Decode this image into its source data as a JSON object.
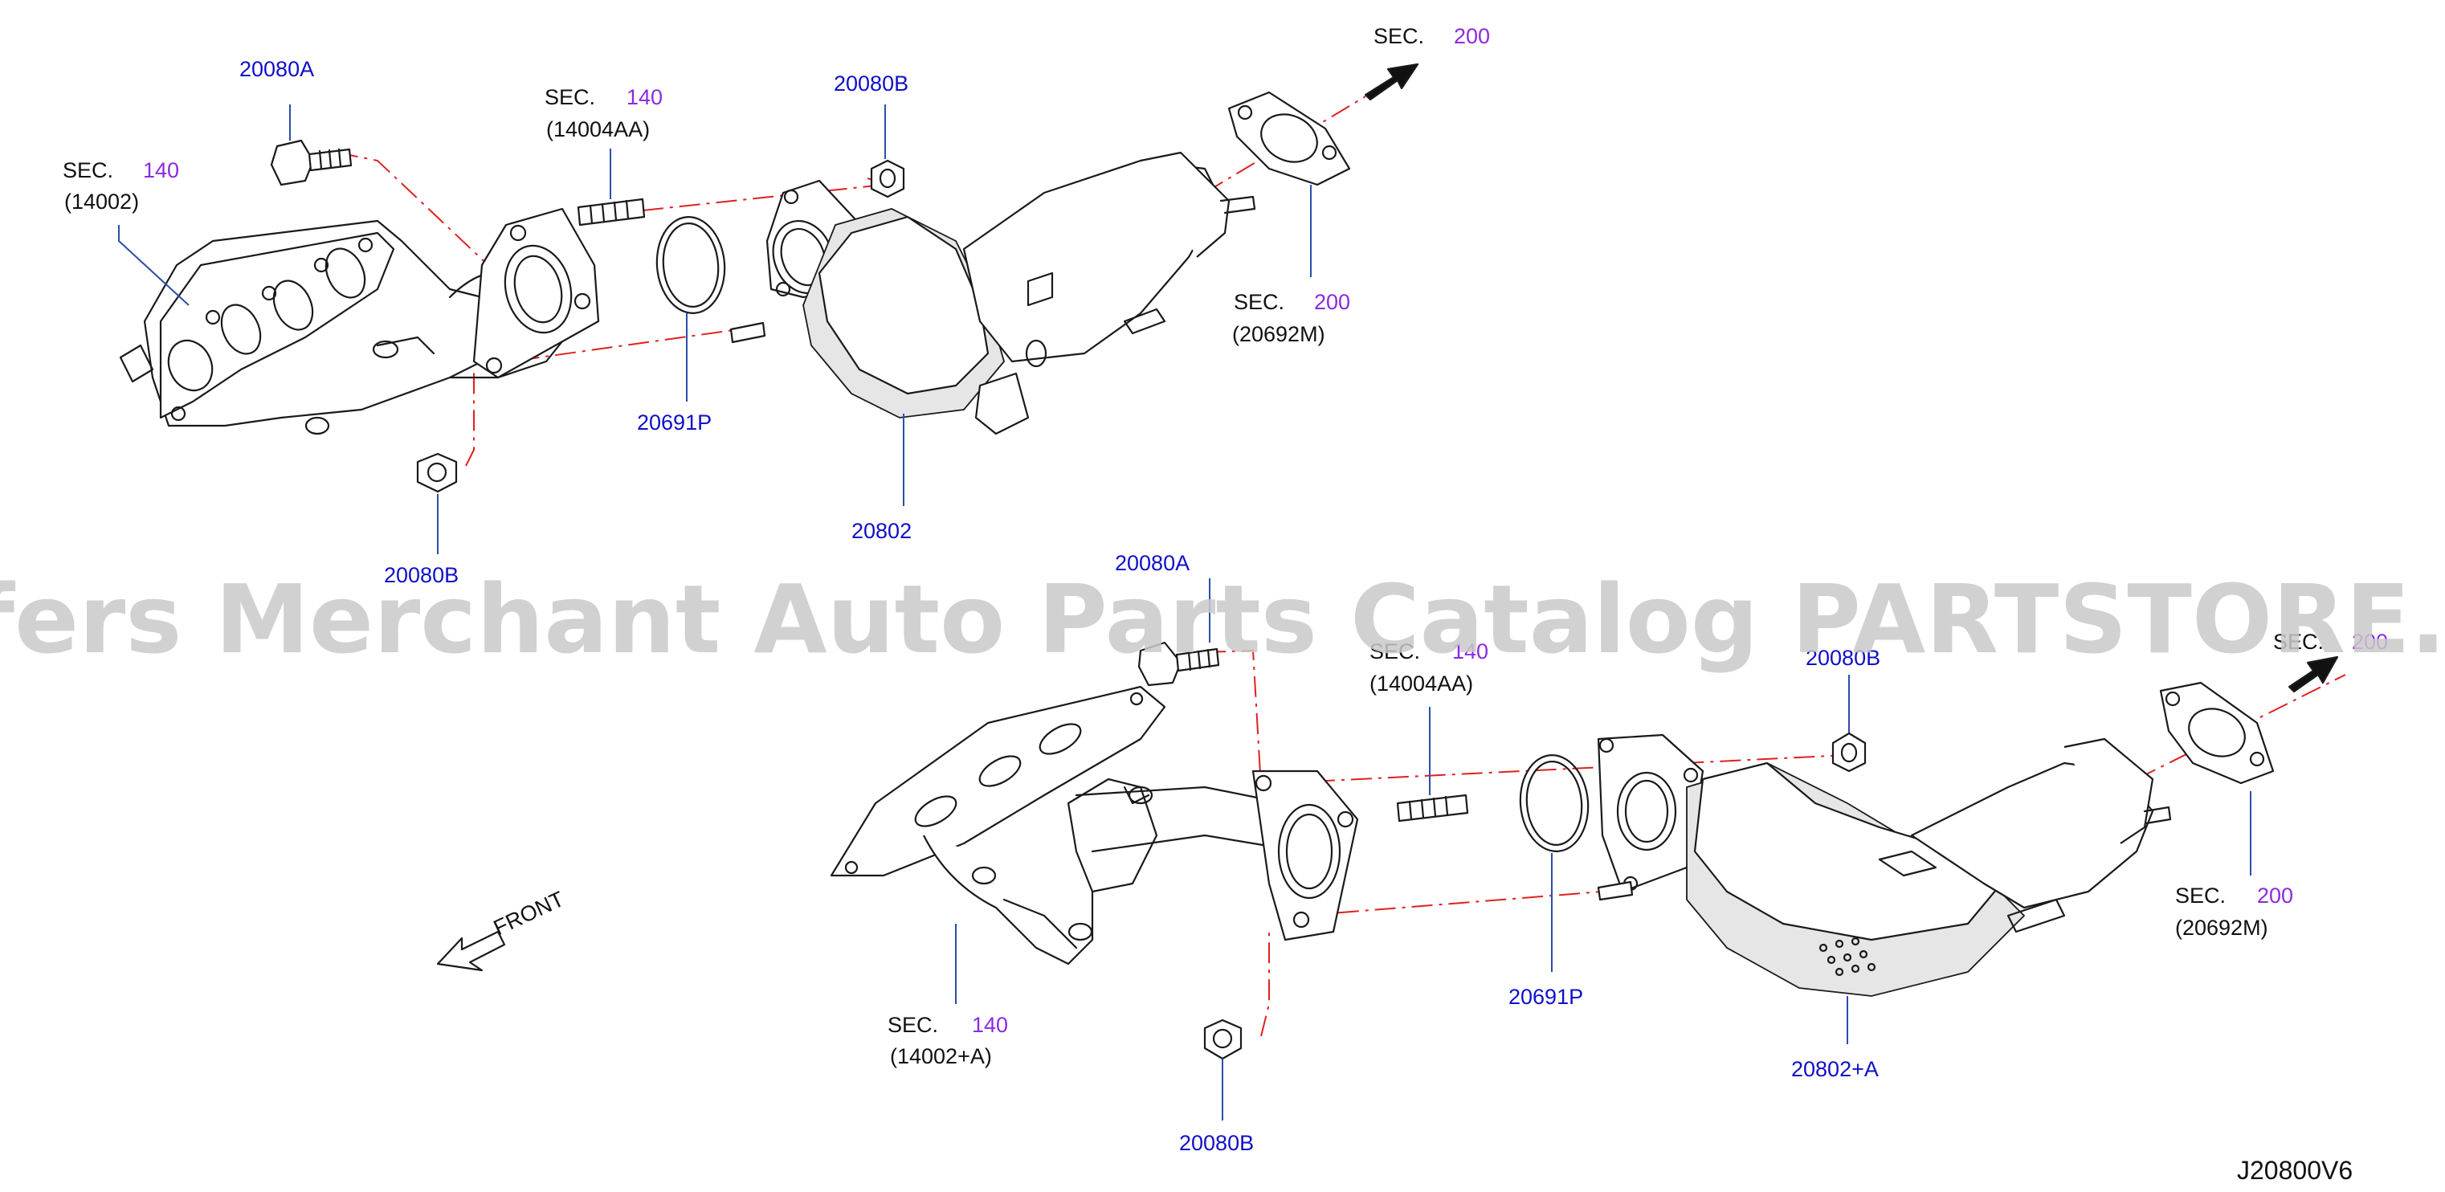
{
  "watermark": "Offers Merchant Auto Parts Catalog PARTSTORE.SA",
  "diagram_id": "J20800V6",
  "front_label": "FRONT",
  "sec_prefix": "SEC.",
  "upper": {
    "sec_200_top": {
      "prefix": "SEC.",
      "num": "200"
    },
    "sec_140_manifold": {
      "prefix": "SEC.",
      "num": "140",
      "ref": "(14002)"
    },
    "sec_140_stud": {
      "prefix": "SEC.",
      "num": "140",
      "ref": "(14004AA)"
    },
    "sec_200_gasket": {
      "prefix": "SEC.",
      "num": "200",
      "ref": "(20692M)"
    },
    "bolt": "20080A",
    "nut_top": "20080B",
    "nut_bottom": "20080B",
    "gasket": "20691P",
    "converter": "20802"
  },
  "lower": {
    "sec_200_top": {
      "prefix": "SEC.",
      "num": "200"
    },
    "sec_140_manifold": {
      "prefix": "SEC.",
      "num": "140",
      "ref": "(14002+A)"
    },
    "sec_140_stud": {
      "prefix": "SEC.",
      "num": "140",
      "ref": "(14004AA)"
    },
    "sec_200_gasket": {
      "prefix": "SEC.",
      "num": "200",
      "ref": "(20692M)"
    },
    "bolt": "20080A",
    "nut_top": "20080B",
    "nut_bottom": "20080B",
    "gasket": "20691P",
    "converter": "20802+A"
  },
  "colors": {
    "part_number": "#1010c8",
    "section_number": "#8a2be2",
    "centerline": "#e02020",
    "leader": "#2b4fa8"
  }
}
